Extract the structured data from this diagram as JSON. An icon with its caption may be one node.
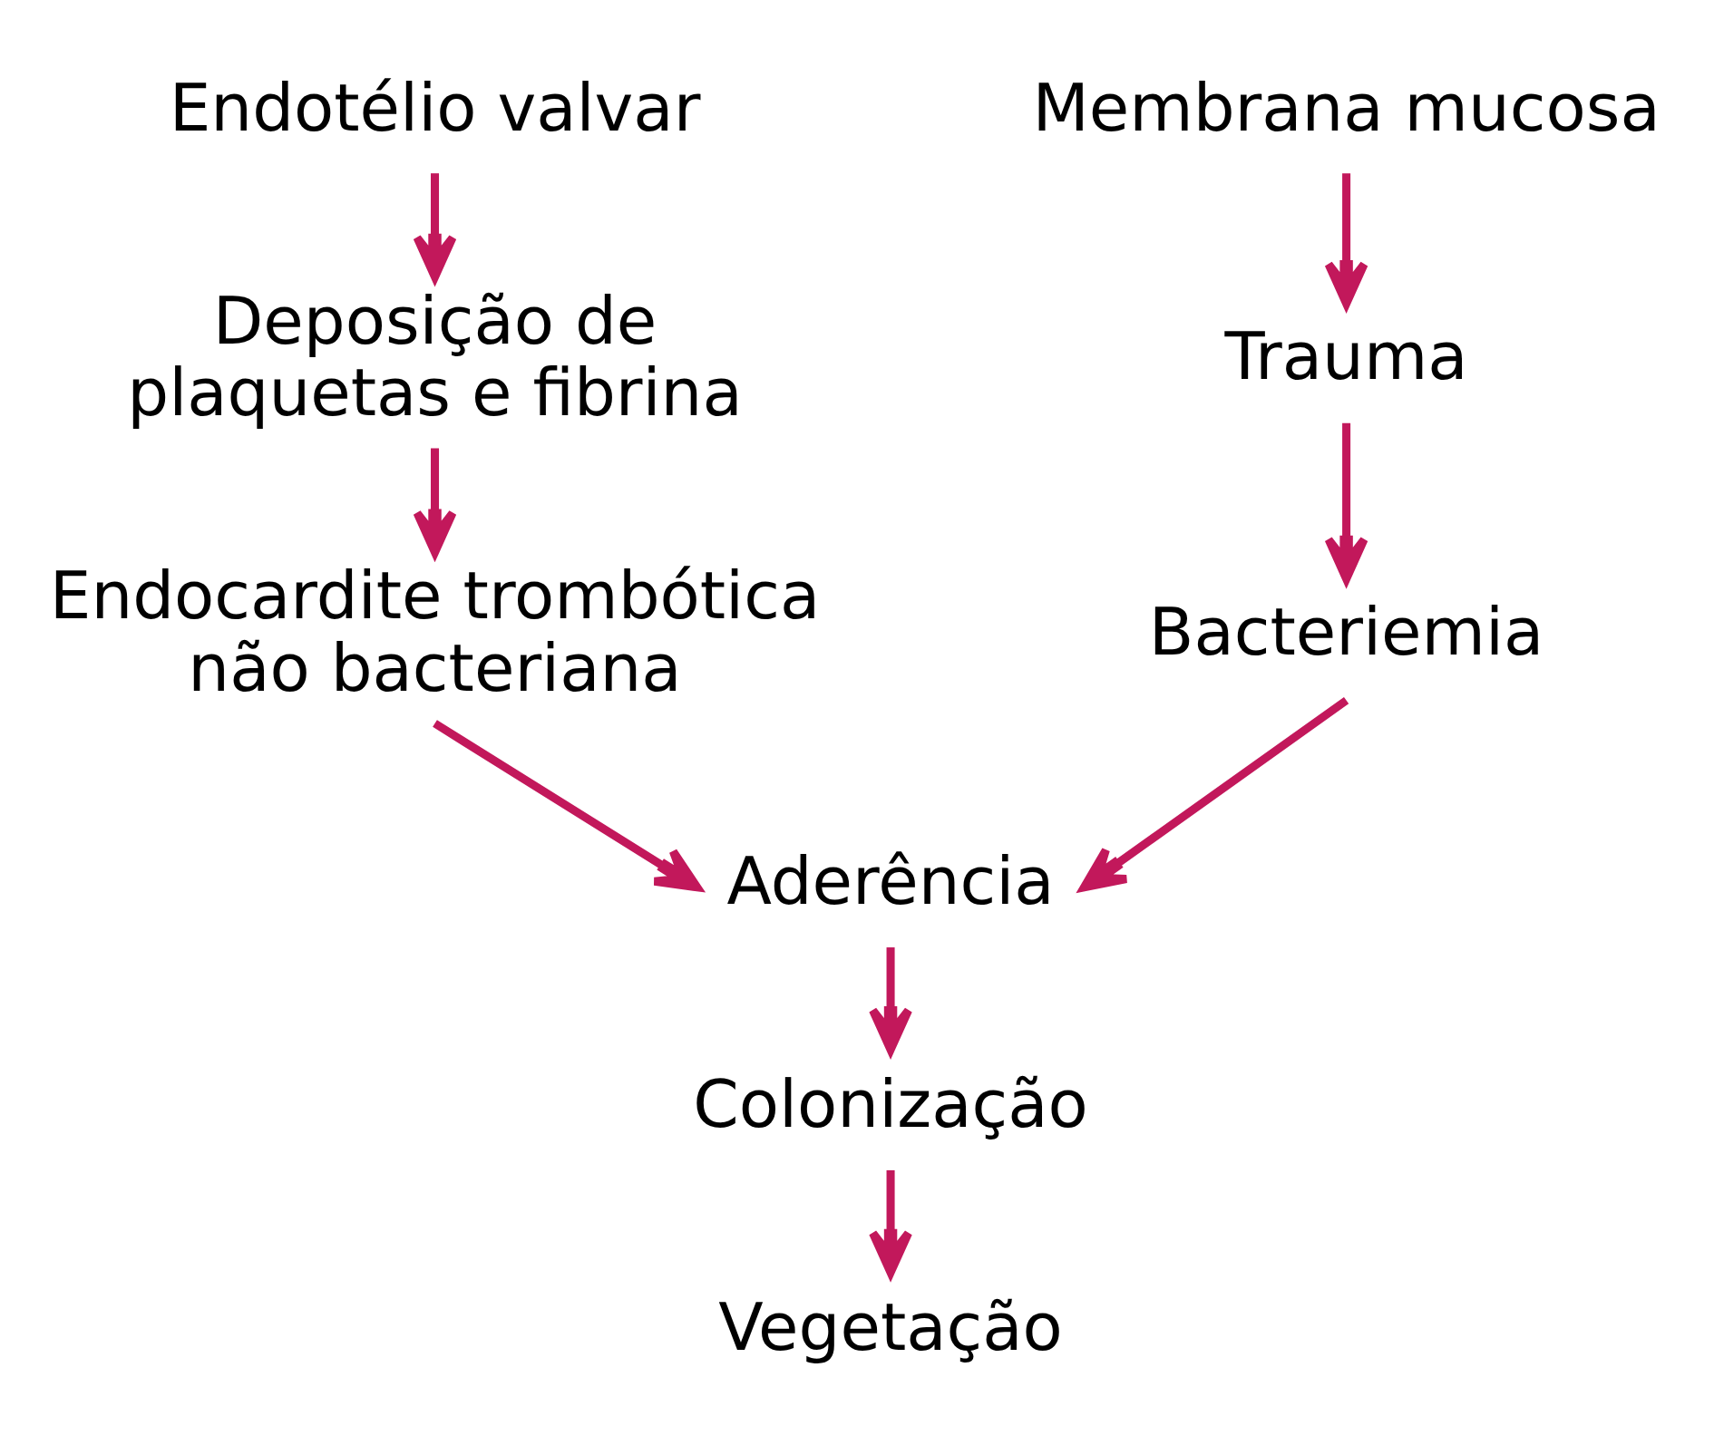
{
  "diagram": {
    "nodes": [
      {
        "text": [
          "Endotélio valvar"
        ]
      },
      {
        "text": [
          "Deposição de plaquetas e fibrina"
        ]
      },
      {
        "text": [
          "Endocardite trombótica não bacteriana"
        ]
      },
      {
        "text": [
          "Membrana mucosa"
        ]
      },
      {
        "text": [
          "Trauma"
        ]
      },
      {
        "text": [
          "Bacteriemia"
        ]
      },
      {
        "text": [
          "Aderência"
        ]
      },
      {
        "text": [
          "Colonização"
        ]
      },
      {
        "text": [
          "Vegetação"
        ]
      }
    ],
    "edges": [
      {
        "from": 0,
        "to": 1,
        "arrow": "to"
      },
      {
        "from": 1,
        "to": 2,
        "arrow": "to"
      },
      {
        "from": 3,
        "to": 4,
        "arrow": "to"
      },
      {
        "from": 4,
        "to": 5,
        "arrow": "to"
      },
      {
        "from": 2,
        "to": 6,
        "arrow": "to"
      },
      {
        "from": 5,
        "to": 6,
        "arrow": "to"
      },
      {
        "from": 6,
        "to": 7,
        "arrow": "to"
      },
      {
        "from": 7,
        "to": 8,
        "arrow": "to"
      }
    ]
  }
}
